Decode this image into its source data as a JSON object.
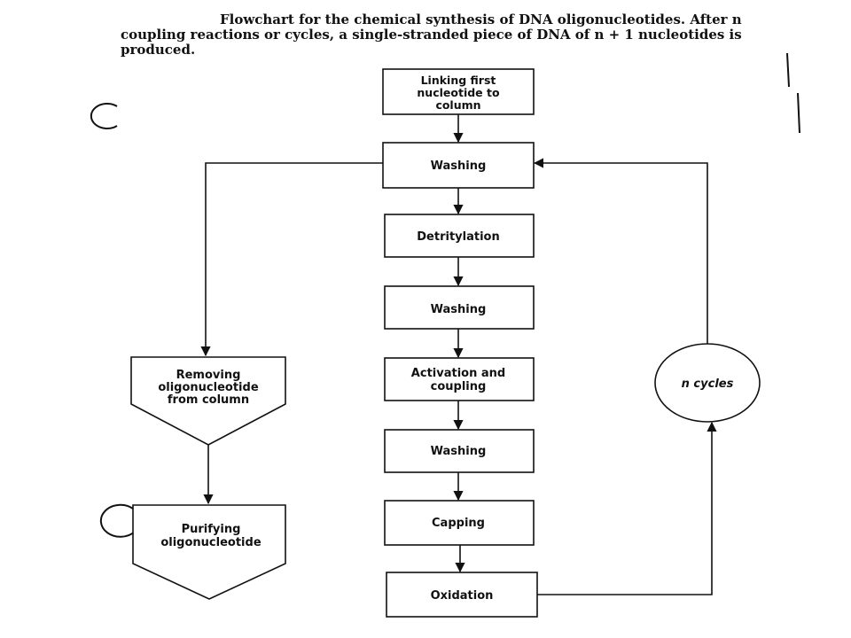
{
  "caption": {
    "line1": "Flowchart for the chemical synthesis of DNA oligonucleotides. After n",
    "line2": "coupling reactions or cycles, a single-stranded piece of DNA of n + 1 nucleotides is",
    "line3": "produced."
  },
  "steps": {
    "link": [
      "Linking first",
      "nucleotide to",
      "column"
    ],
    "wash1": "Washing",
    "detrit": "Detritylation",
    "wash2": "Washing",
    "activ": [
      "Activation and",
      "coupling"
    ],
    "wash3": "Washing",
    "capping": "Capping",
    "oxidation": "Oxidation",
    "remove": [
      "Removing",
      "oligonucleotide",
      "from column"
    ],
    "purify": [
      "Purifying",
      "oligonucleotide"
    ]
  },
  "cycles": {
    "label": "n cycles"
  },
  "colors": {
    "ink": "#111111",
    "box_fill": "#ffffff",
    "background": "#ffffff"
  }
}
